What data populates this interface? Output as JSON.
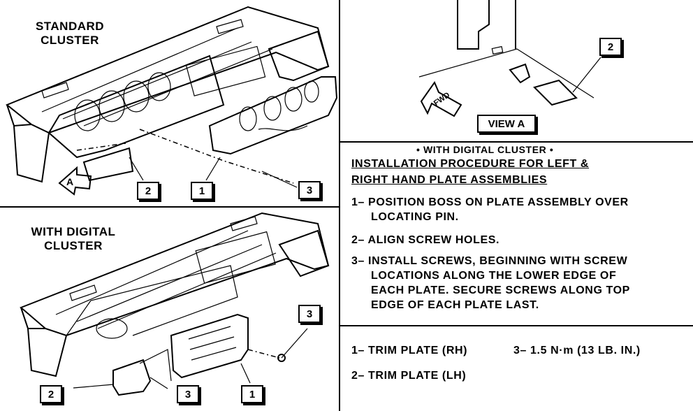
{
  "figure": {
    "top_left": {
      "label_line1": "STANDARD",
      "label_line2": "CLUSTER",
      "callouts": [
        "2",
        "1",
        "3"
      ],
      "view_marker": "A"
    },
    "bottom_left": {
      "label_line1": "WITH DIGITAL",
      "label_line2": "CLUSTER",
      "callouts": [
        "2",
        "3",
        "1",
        "3"
      ]
    },
    "view_a": {
      "title": "VIEW A",
      "direction": "FWD",
      "callout": "2"
    },
    "procedure": {
      "header": "• WITH DIGITAL CLUSTER •",
      "title_line1": "INSTALLATION PROCEDURE FOR LEFT &",
      "title_line2": "RIGHT HAND PLATE ASSEMBLIES",
      "steps": [
        {
          "line1": "1– POSITION BOSS ON PLATE ASSEMBLY OVER",
          "line2": "LOCATING PIN."
        },
        {
          "line1": "2– ALIGN SCREW HOLES."
        },
        {
          "line1": "3– INSTALL SCREWS, BEGINNING WITH SCREW",
          "line2": "LOCATIONS ALONG THE LOWER EDGE OF",
          "line3": "EACH PLATE. SECURE SCREWS ALONG TOP",
          "line4": "EDGE OF EACH PLATE LAST."
        }
      ]
    },
    "legend": [
      "1– TRIM PLATE (RH)",
      "2– TRIM PLATE (LH)",
      "3– 1.5 N·m (13 LB. IN.)"
    ]
  }
}
